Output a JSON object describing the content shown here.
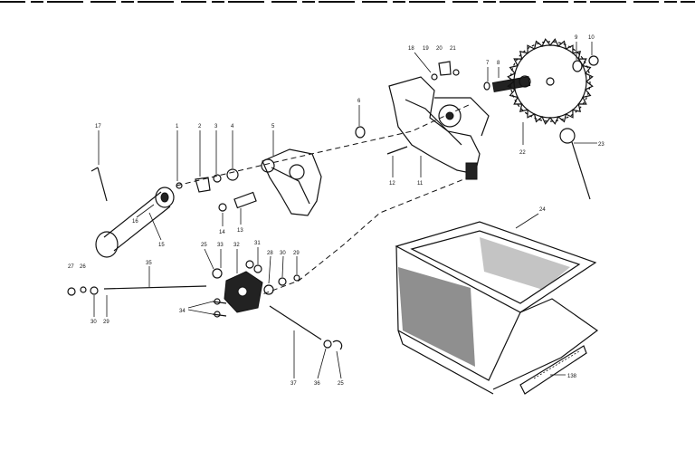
{
  "diagram": {
    "callouts": [
      "17",
      "1",
      "2",
      "3",
      "4",
      "5",
      "6",
      "18",
      "19",
      "20",
      "21",
      "7",
      "8",
      "9",
      "10",
      "22",
      "23",
      "16",
      "15",
      "14",
      "13",
      "12",
      "11",
      "24",
      "25",
      "33",
      "32",
      "31",
      "28",
      "30",
      "29",
      "27",
      "26",
      "35",
      "30",
      "29",
      "34",
      "37",
      "36",
      "25",
      "138"
    ]
  }
}
